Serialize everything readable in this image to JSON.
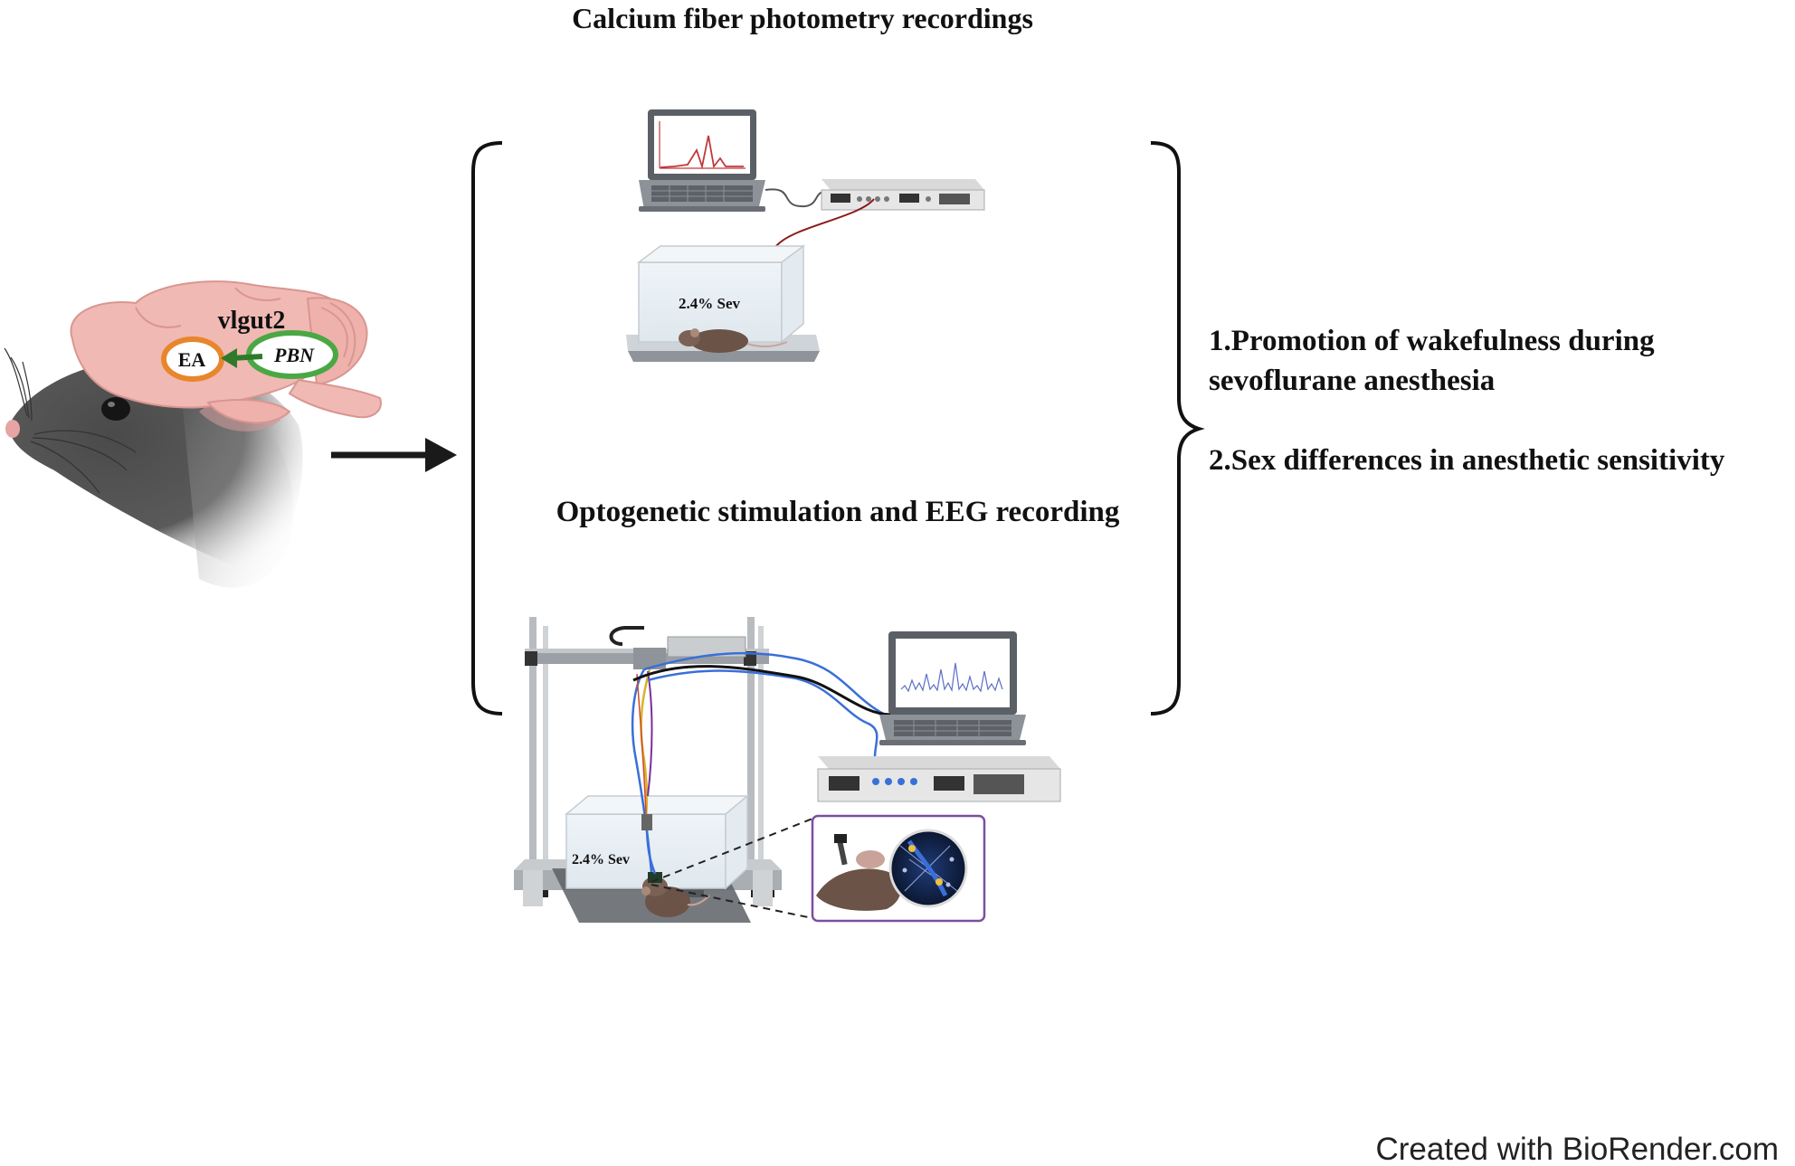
{
  "figure": {
    "top_title": "Calcium fiber photometry recordings",
    "middle_title": "Optogenetic stimulation and EEG recording",
    "credit": "Created with BioRender.com"
  },
  "brain": {
    "gene_label": "vlgut2",
    "region_source": "PBN",
    "region_target": "EA"
  },
  "setups": {
    "photometry_chamber_label": "2.4% Sev",
    "optogenetic_chamber_label": "2.4% Sev"
  },
  "outcomes": {
    "item1_line1": "1.Promotion of wakefulness during",
    "item1_line2": "sevoflurane anesthesia",
    "item2": "2.Sex differences in anesthetic sensitivity"
  },
  "colors": {
    "brain_fill": "#f0b9b4",
    "ea_ring": "#e8862c",
    "pbn_ring": "#4aa844",
    "projection_arrow": "#2f7a2a",
    "fiber_red": "#8b1a1a",
    "fiber_blue": "#3a6fd8",
    "inset_border": "#7a4fa0"
  }
}
